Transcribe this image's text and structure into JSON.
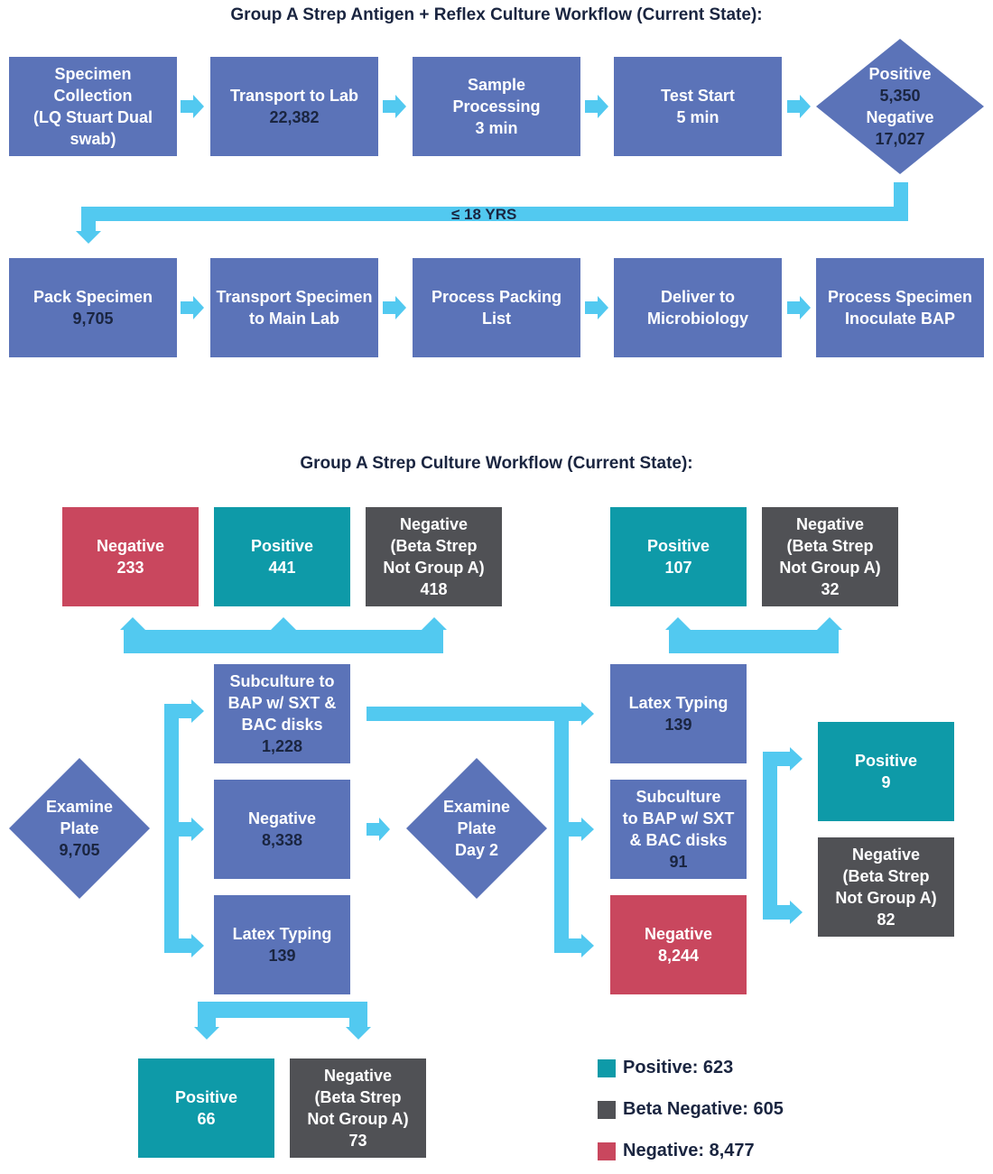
{
  "titles": {
    "top": "Group A Strep Antigen + Reflex Culture Workflow (Current State):",
    "bottom": "Group A Strep Culture Workflow (Current State):"
  },
  "colors": {
    "process_blue": "#5b73b8",
    "positive_teal": "#0e9aa8",
    "beta_negative_gray": "#505155",
    "negative_red": "#c9475e",
    "arrow_cyan": "#52c9f0",
    "text_navy": "#1a2540"
  },
  "top_row1": [
    {
      "lines": [
        "Specimen",
        "Collection",
        "(LQ Stuart Dual",
        "swab)"
      ]
    },
    {
      "lines": [
        "Transport to Lab"
      ],
      "num": "22,382"
    },
    {
      "lines": [
        "Sample",
        "Processing",
        "3 min"
      ]
    },
    {
      "lines": [
        "Test Start",
        "5 min"
      ]
    }
  ],
  "top_diamond": {
    "lines": [
      "Positive"
    ],
    "nums": [
      "5,350"
    ],
    "lines2": [
      "Negative"
    ],
    "nums2": [
      "17,027"
    ]
  },
  "age_label": "≤ 18 YRS",
  "top_row2": [
    {
      "lines": [
        "Pack Specimen"
      ],
      "num": "9,705"
    },
    {
      "lines": [
        "Transport Specimen",
        "to Main Lab"
      ]
    },
    {
      "lines": [
        "Process Packing",
        "List"
      ]
    },
    {
      "lines": [
        "Deliver to",
        "Microbiology"
      ]
    },
    {
      "lines": [
        "Process Specimen",
        "Inoculate BAP"
      ]
    }
  ],
  "culture": {
    "examine_plate": {
      "lines": [
        "Examine",
        "Plate"
      ],
      "num": "9,705"
    },
    "examine_day2": {
      "lines": [
        "Examine",
        "Plate",
        "Day 2"
      ]
    },
    "top_left": [
      {
        "lines": [
          "Negative"
        ],
        "num": "233"
      },
      {
        "lines": [
          "Positive"
        ],
        "num": "441"
      },
      {
        "lines": [
          "Negative",
          "(Beta Strep",
          "Not Group A)"
        ],
        "num": "418"
      }
    ],
    "top_right": [
      {
        "lines": [
          "Positive"
        ],
        "num": "107"
      },
      {
        "lines": [
          "Negative",
          "(Beta Strep",
          "Not Group A)"
        ],
        "num": "32"
      }
    ],
    "mid_col": [
      {
        "lines": [
          "Subculture to",
          "BAP w/ SXT &",
          "BAC disks"
        ],
        "num": "1,228"
      },
      {
        "lines": [
          "Negative"
        ],
        "num": "8,338"
      },
      {
        "lines": [
          "Latex Typing"
        ],
        "num": "139"
      }
    ],
    "right_col": [
      {
        "lines": [
          "Latex Typing"
        ],
        "num": "139"
      },
      {
        "lines": [
          "Subculture",
          "to BAP w/ SXT",
          "& BAC disks"
        ],
        "num": "91"
      },
      {
        "lines": [
          "Negative"
        ],
        "num": "8,244"
      }
    ],
    "far_right": [
      {
        "lines": [
          "Positive"
        ],
        "num": "9"
      },
      {
        "lines": [
          "Negative",
          "(Beta Strep",
          "Not Group A)"
        ],
        "num": "82"
      }
    ],
    "bottom": [
      {
        "lines": [
          "Positive"
        ],
        "num": "66"
      },
      {
        "lines": [
          "Negative",
          "(Beta Strep",
          "Not Group A)"
        ],
        "num": "73"
      }
    ]
  },
  "legend": [
    {
      "label": "Positive: 623",
      "color": "#0e9aa8"
    },
    {
      "label": "Beta Negative: 605",
      "color": "#505155"
    },
    {
      "label": "Negative: 8,477",
      "color": "#c9475e"
    }
  ]
}
